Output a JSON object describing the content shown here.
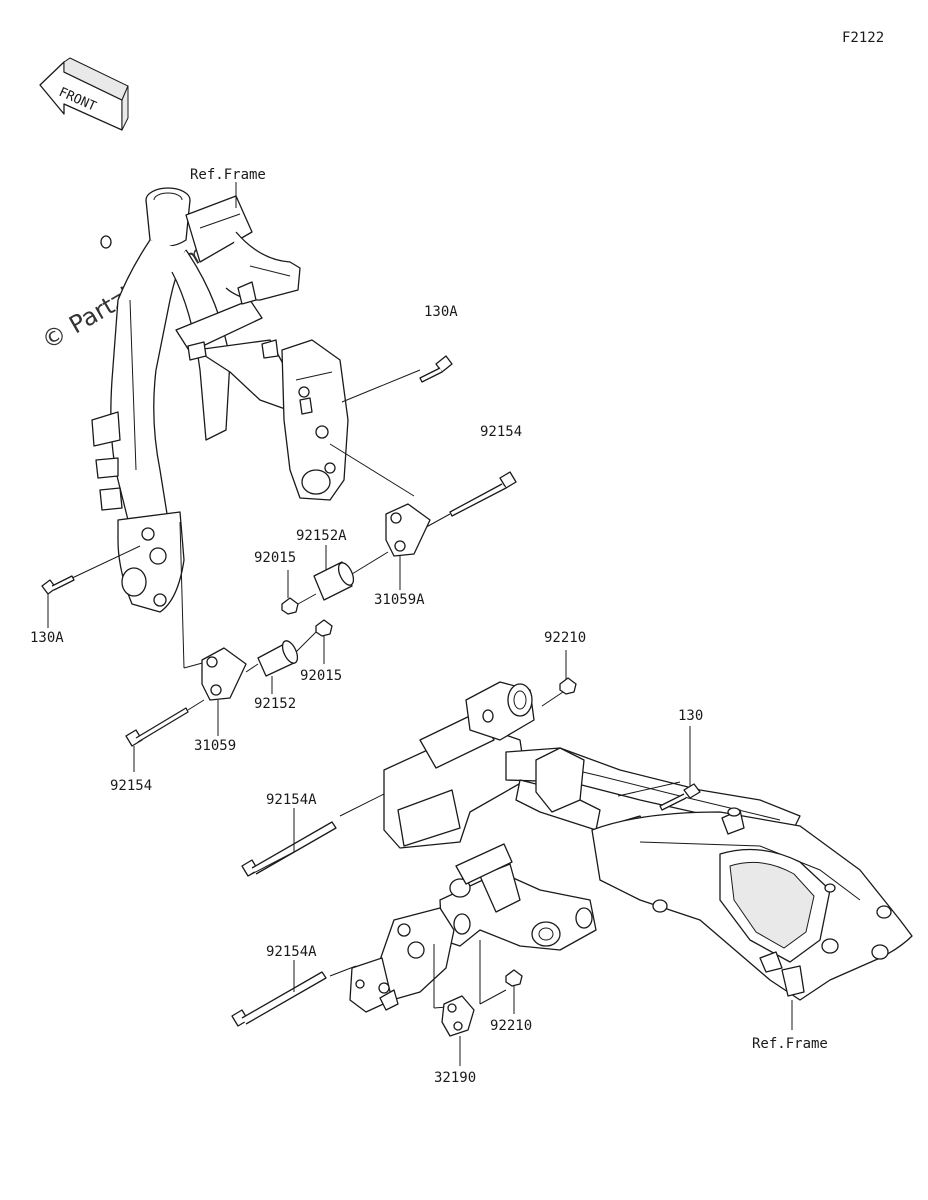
{
  "diagram_id": "F2122",
  "front_badge": "FRONT",
  "watermark": "© Partzilla.com",
  "ref_frame_label": "Ref.Frame",
  "labels": {
    "130A_top": "130A",
    "92154_top": "92154",
    "92152A": "92152A",
    "92015_left": "92015",
    "31059A": "31059A",
    "130A_left": "130A",
    "92015_right": "92015",
    "92152": "92152",
    "31059": "31059",
    "92154_left": "92154",
    "92210_top": "92210",
    "130": "130",
    "92154A_upper": "92154A",
    "92154A_lower": "92154A",
    "92210_bottom": "92210",
    "32190": "32190"
  },
  "colors": {
    "line": "#1a1a1a",
    "background": "#ffffff",
    "shade": "#e9e9e9"
  }
}
